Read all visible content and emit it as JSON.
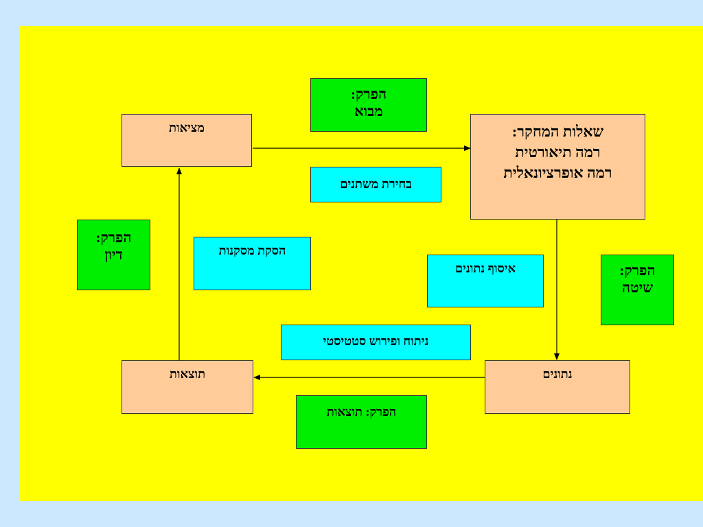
{
  "boxes": {
    "intro": {
      "line1": "הפרק:",
      "line2": "מבוא"
    },
    "findings": {
      "label": "מציאות"
    },
    "research_questions": {
      "line1": "שאלות המחקר:",
      "line2": "רמה תיאורטית",
      "line3": "רמה אופרציונאלית"
    },
    "variable_selection": {
      "label": "בחירת משתנים"
    },
    "discussion": {
      "line1": "הפרק:",
      "line2": "דיון"
    },
    "conclusions": {
      "label": "הסקת מסקנות"
    },
    "data_collection": {
      "label": "איסוף נתונים"
    },
    "method": {
      "line1": "הפרק:",
      "line2": "שיטה"
    },
    "statistical_analysis": {
      "label": "ניתוח ופירוש סטטיסטי"
    },
    "results": {
      "label": "תוצאות"
    },
    "data": {
      "label": "נתונים"
    },
    "results_chapter": {
      "label": "הפרק: תוצאות"
    }
  },
  "colors": {
    "page_background": "#cce8ff",
    "canvas_background": "#ffff00",
    "process_box": "#ffcc99",
    "chapter_box": "#00ee00",
    "step_box": "#00ffff"
  }
}
